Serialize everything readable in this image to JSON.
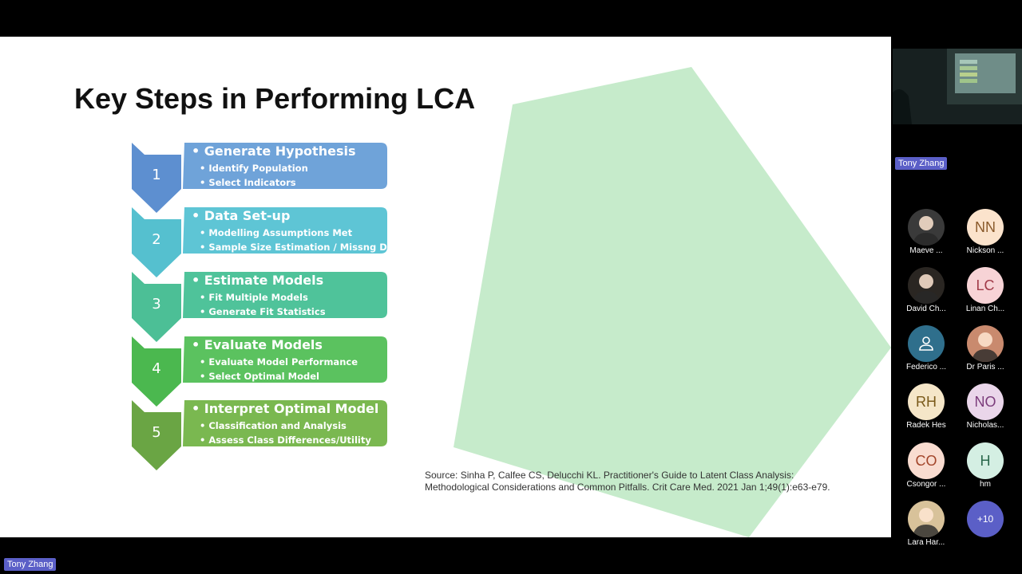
{
  "slide": {
    "title": "Key Steps in Performing LCA",
    "steps": [
      {
        "number": "1",
        "heading": "• Generate Hypothesis",
        "bullets": [
          "• Identify Population",
          "• Select Indicators"
        ],
        "color": "#6fa3d9",
        "tip_color": "#5d8fd0"
      },
      {
        "number": "2",
        "heading": "• Data Set-up",
        "bullets": [
          "• Modelling Assumptions Met",
          "• Sample Size Estimation / Missng Data"
        ],
        "color": "#5ec5d5",
        "tip_color": "#55c0cf"
      },
      {
        "number": "3",
        "heading": "• Estimate Models",
        "bullets": [
          "• Fit Multiple Models",
          "• Generate Fit Statistics"
        ],
        "color": "#4fc39a",
        "tip_color": "#4cbf96"
      },
      {
        "number": "4",
        "heading": "• Evaluate Models",
        "bullets": [
          "• Evaluate Model Performance",
          "• Select Optimal Model"
        ],
        "color": "#5bc25f",
        "tip_color": "#4bb84f"
      },
      {
        "number": "5",
        "heading": "• Interpret Optimal Model",
        "bullets": [
          "• Classification and Analysis",
          "• Assess Class Differences/Utility"
        ],
        "color": "#7ab850",
        "tip_color": "#6aa544"
      }
    ],
    "source": "Source: Sinha P, Calfee CS, Delucchi KL. Practitioner's Guide to Latent Class Analysis: Methodological Considerations and Common Pitfalls. Crit Care Med. 2021 Jan 1;49(1):e63-e79."
  },
  "speaker": {
    "name": "Tony Zhang"
  },
  "participants": [
    {
      "name": "Maeve ...",
      "initials": "",
      "kind": "photo",
      "bg": "#3a3a3a",
      "fg": "#ffffff"
    },
    {
      "name": "Nickson ...",
      "initials": "NN",
      "kind": "initials",
      "bg": "#fbe3cc",
      "fg": "#8a5a2b"
    },
    {
      "name": "David Ch...",
      "initials": "",
      "kind": "photo",
      "bg": "#2a2622",
      "fg": "#ffffff"
    },
    {
      "name": "Linan Ch...",
      "initials": "LC",
      "kind": "initials",
      "bg": "#f7d3d6",
      "fg": "#a13a48"
    },
    {
      "name": "Federico ...",
      "initials": "",
      "kind": "person-icon",
      "bg": "#2f6f8c",
      "fg": "#ffffff"
    },
    {
      "name": "Dr Paris ...",
      "initials": "",
      "kind": "photo",
      "bg": "#c98a6e",
      "fg": "#ffffff"
    },
    {
      "name": "Radek Hes",
      "initials": "RH",
      "kind": "initials",
      "bg": "#f5e6c8",
      "fg": "#7a5a1a"
    },
    {
      "name": "Nicholas...",
      "initials": "NO",
      "kind": "initials",
      "bg": "#ead6ea",
      "fg": "#7b3c7b"
    },
    {
      "name": "Csongor ...",
      "initials": "CO",
      "kind": "initials",
      "bg": "#f9dcd0",
      "fg": "#a3452a"
    },
    {
      "name": "hm",
      "initials": "H",
      "kind": "initials",
      "bg": "#d4efe3",
      "fg": "#2b6a4d"
    },
    {
      "name": "Lara Har...",
      "initials": "",
      "kind": "photo",
      "bg": "#d8c29a",
      "fg": "#ffffff"
    },
    {
      "name": "",
      "initials": "+10",
      "kind": "more",
      "bg": "#5b5fc7",
      "fg": "#ffffff"
    }
  ],
  "colors": {
    "deco_green": "#c6ebcb",
    "name_tag": "#5b5fc7"
  }
}
